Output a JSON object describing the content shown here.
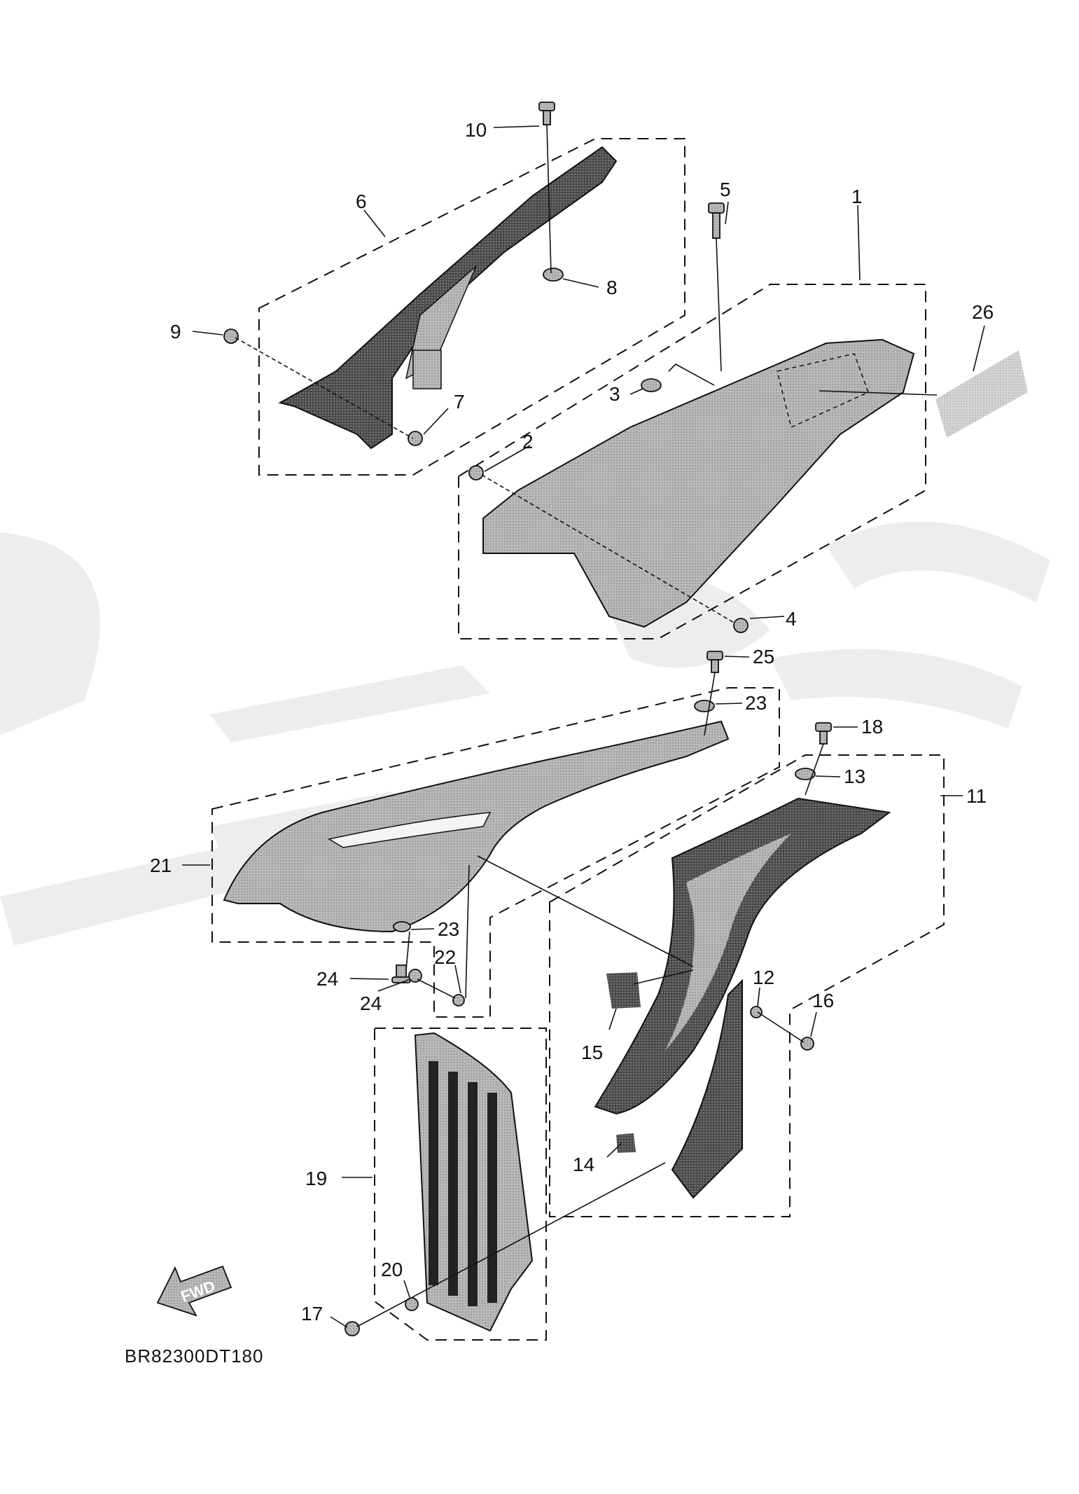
{
  "diagram": {
    "drawing_code": "BR82300DT180",
    "fwd_label": "FWD",
    "callouts": {
      "c1": "1",
      "c2": "2",
      "c3": "3",
      "c4": "4",
      "c5": "5",
      "c6": "6",
      "c7": "7",
      "c8": "8",
      "c9": "9",
      "c10": "10",
      "c11": "11",
      "c12": "12",
      "c13": "13",
      "c14": "14",
      "c15": "15",
      "c16": "16",
      "c17": "17",
      "c18": "18",
      "c19": "19",
      "c20": "20",
      "c21": "21",
      "c22": "22",
      "c23a": "23",
      "c23b": "23",
      "c24a": "24",
      "c24b": "24",
      "c25": "25",
      "c26": "26"
    }
  }
}
